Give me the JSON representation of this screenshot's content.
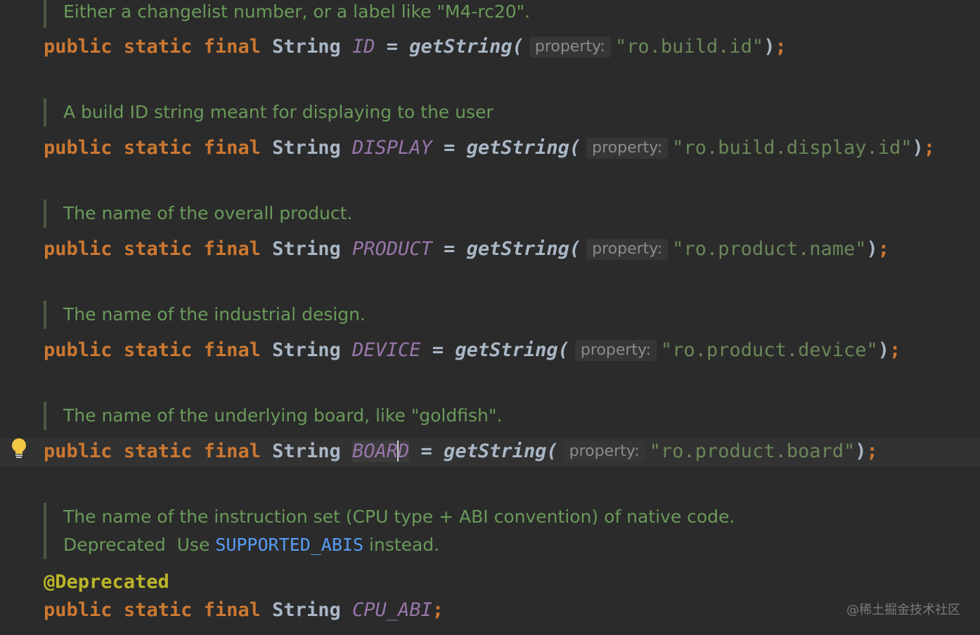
{
  "editor": {
    "keyword_public": "public",
    "keyword_static": "static",
    "keyword_final": "final",
    "type_string": "String",
    "method_name": "getString(",
    "param_hint": "property:",
    "close": ")",
    "semicolon": ";",
    "equals": "="
  },
  "blocks": [
    {
      "doc": "Either a changelist number, or a label like \"M4-rc20\".",
      "field": "ID",
      "value": "\"ro.build.id\""
    },
    {
      "doc": "A build ID string meant for displaying to the user",
      "field": "DISPLAY",
      "value": "\"ro.build.display.id\""
    },
    {
      "doc": "The name of the overall product.",
      "field": "PRODUCT",
      "value": "\"ro.product.name\""
    },
    {
      "doc": "The name of the industrial design.",
      "field": "DEVICE",
      "value": "\"ro.product.device\""
    },
    {
      "doc": "The name of the underlying board, like \"goldfish\".",
      "field_part1": "BOAR",
      "field_part2": "D",
      "value": "\"ro.product.board\""
    }
  ],
  "last_block": {
    "doc_line1": "The name of the instruction set (CPU type + ABI convention) of native code.",
    "doc_line2_prefix": "Deprecated  Use ",
    "doc_line2_link": "SUPPORTED_ABIS",
    "doc_line2_suffix": " instead.",
    "annotation": "@Deprecated",
    "field": "CPU_ABI"
  },
  "watermark": "@稀土掘金技术社区",
  "colors": {
    "background": "#2b2b2b",
    "keyword": "#cc7832",
    "field": "#9876aa",
    "string": "#6a8759",
    "doc_comment": "#6a9a5a",
    "annotation": "#bbb529",
    "link": "#589df6",
    "bulb": "#f2c744"
  },
  "icons": {
    "intention_bulb": "lightbulb-icon"
  }
}
